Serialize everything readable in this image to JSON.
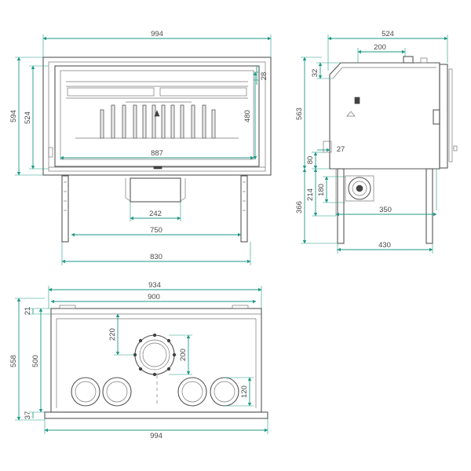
{
  "views": {
    "front": {
      "dimensions": {
        "overall_width": "994",
        "overall_height": "594",
        "inner_height": "524",
        "top_offset": "28",
        "glass_height": "480",
        "glass_width": "887",
        "outlet_width": "242",
        "legs_outer": "750",
        "legs_span": "830"
      }
    },
    "side": {
      "dimensions": {
        "depth": "524",
        "outlet_depth": "200",
        "top_step": "32",
        "body_height": "563",
        "air_inlet_gap": "27",
        "air_inlet_height": "80",
        "fan_height": "180",
        "fan_offset": "214",
        "legs_height": "366",
        "fan_depth": "350",
        "legs_depth": "430"
      }
    },
    "top": {
      "dimensions": {
        "width_934": "934",
        "width_900": "900",
        "width_994": "994",
        "top_gap": "21",
        "depth_558": "558",
        "depth_500": "500",
        "bottom_gap": "37",
        "outlet_offset": "220",
        "outlet_diameter": "200",
        "duct_diameter": "120"
      }
    }
  },
  "colors": {
    "dimension_line": "#1f9a86",
    "outline": "#555555",
    "text": "#4a4a4a"
  }
}
